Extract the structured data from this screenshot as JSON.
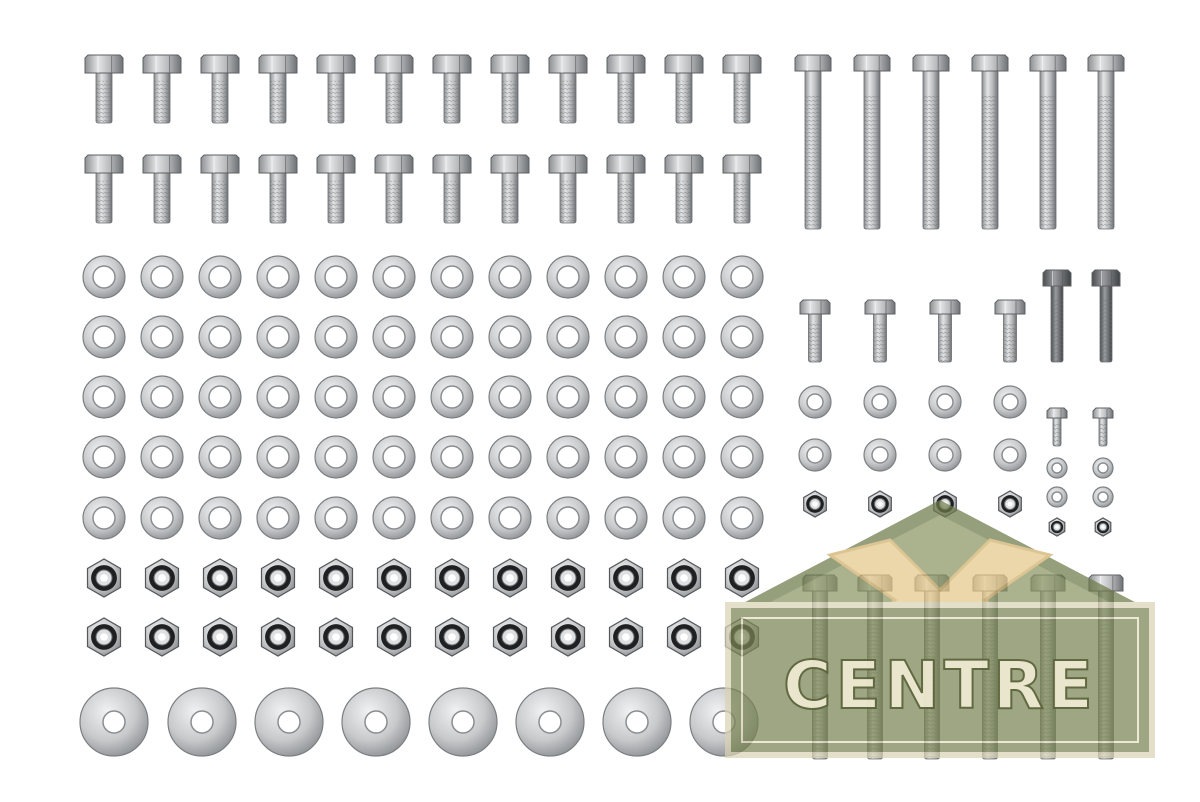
{
  "image": {
    "description_kind": "hardware-kit-product-photo",
    "background_color": "#ffffff",
    "metal_light": "#d9dadb",
    "metal_mid": "#a9abad",
    "metal_dark": "#5b5e61",
    "nylon_insert": "#1e2022"
  },
  "watermark": {
    "text": "CENTRE",
    "brand_colors": {
      "olive": "#7f8a5a",
      "olive_dark": "#5d6a3e",
      "gold": "#e6c98a",
      "cream": "#f2ead2"
    }
  },
  "parts": {
    "hex_bolts_short": 24,
    "hex_bolts_long": 6,
    "flat_washers_large": 60,
    "nyloc_nuts_large": 24,
    "penny_washers": 8,
    "hex_bolts_small": 4,
    "hex_bolts_black": 2,
    "flat_washers_small": 8,
    "nyloc_nuts_small": 4,
    "mini_bolts": 2,
    "mini_washers": 4,
    "mini_nuts": 2,
    "hex_bolts_long_lower": 6
  }
}
